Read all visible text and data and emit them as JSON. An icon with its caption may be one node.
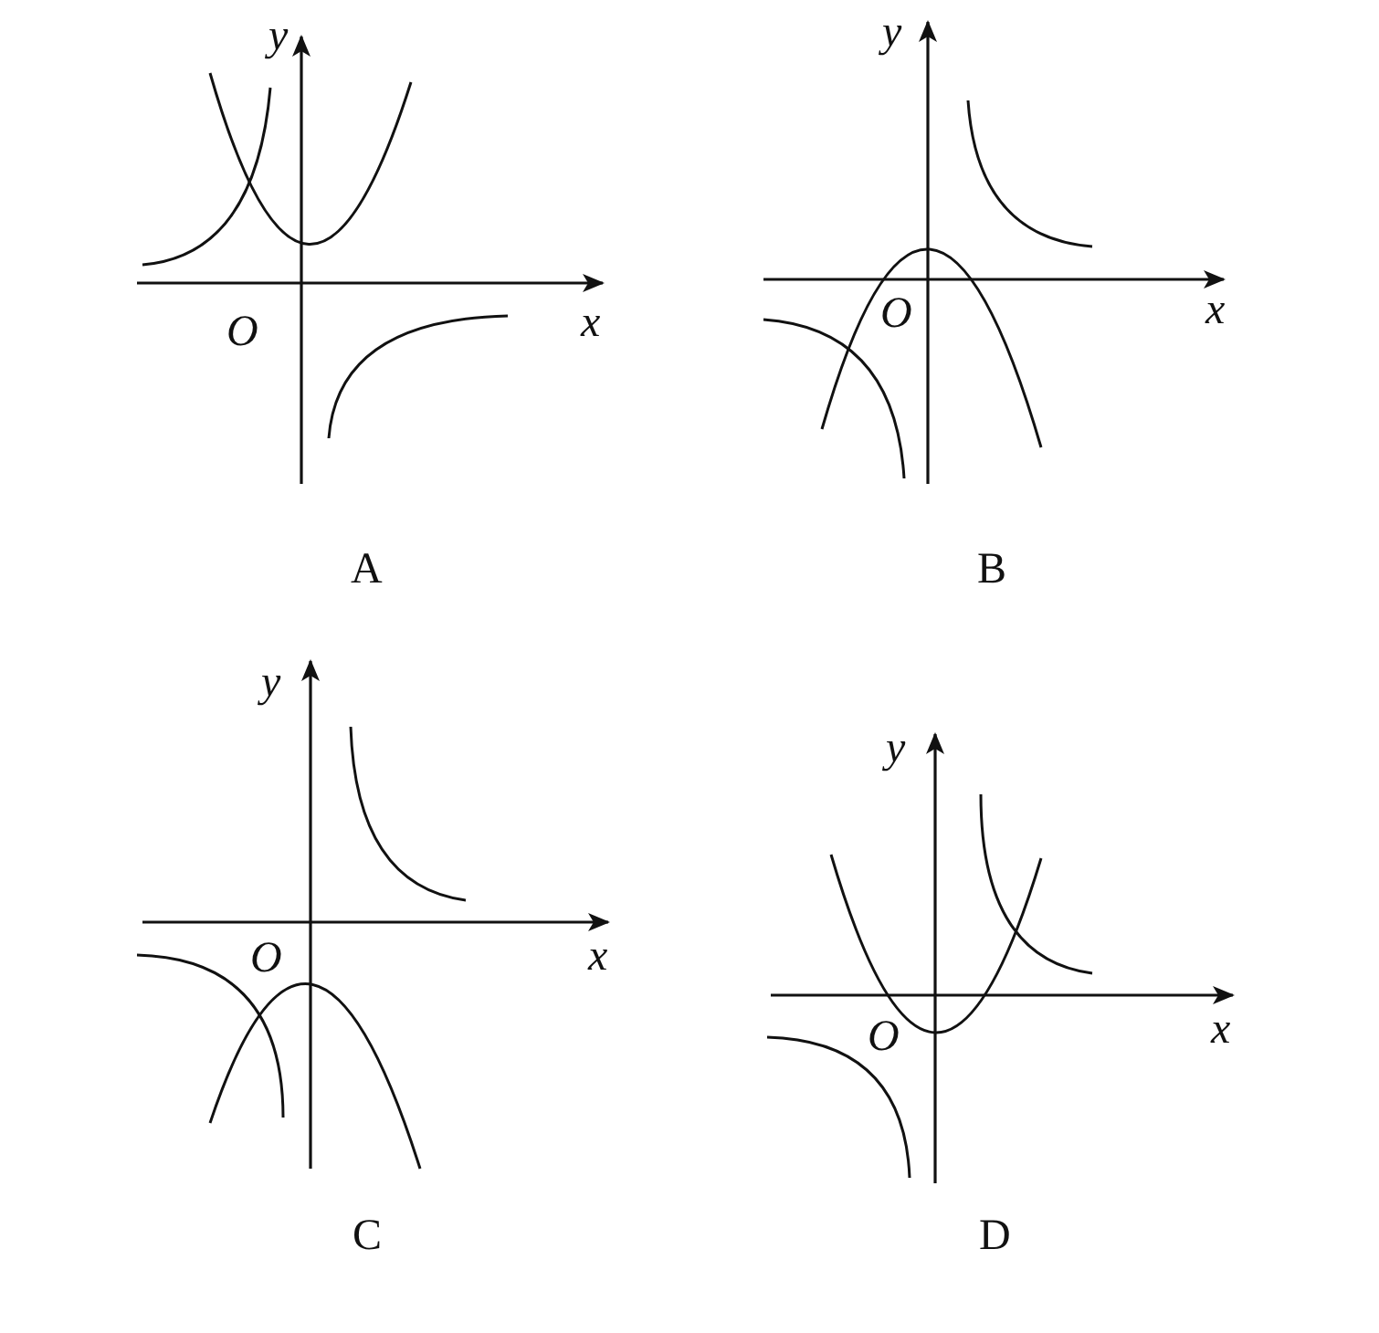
{
  "diagram": {
    "labels": [
      "y",
      "O",
      "x",
      "A",
      "y",
      "O",
      "x",
      "B",
      "y",
      "O",
      "x",
      "C",
      "y",
      "O",
      "x",
      "D"
    ]
  }
}
